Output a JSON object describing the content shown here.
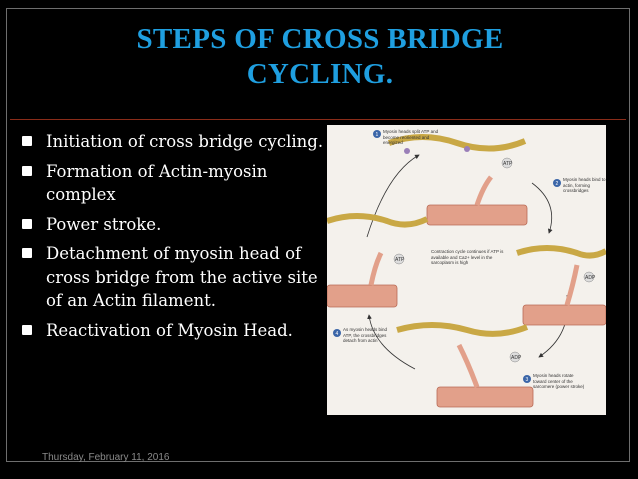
{
  "slide": {
    "title_line1": "STEPS OF CROSS BRIDGE",
    "title_line2": "CYCLING.",
    "footer_date": "Thursday, February 11, 2016"
  },
  "bullets": [
    "Initiation of cross bridge cycling.",
    "Formation of Actin-myosin complex",
    "Power stroke.",
    "Detachment of myosin head of cross bridge from the active site of an Actin filament.",
    "Reactivation of Myosin Head."
  ],
  "figure": {
    "step1": "Myosin heads split ATP and become reoriented and energized",
    "step2": "Myosin heads bind to actin, forming crossbridges",
    "step3": "Myosin heads rotate toward center of the sarcomere (power stroke)",
    "step4": "As myosin heads bind ATP, the crossbridges detach from actin",
    "center": "Contraction cycle continues if ATP is available and Ca2+ level in the sarcoplasm is high",
    "atp": "ATP",
    "adp": "ADP",
    "n1": "1",
    "n2": "2",
    "n3": "3",
    "n4": "4"
  },
  "colors": {
    "title": "#1f9fe0",
    "background": "#000000",
    "rule": "#8a2c19",
    "myosin": "#e2a08a",
    "actin": "#c9a845"
  }
}
